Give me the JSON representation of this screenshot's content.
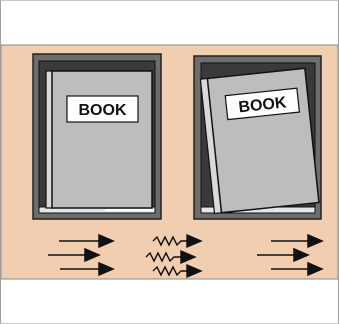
{
  "colors": {
    "band_background": "#f1ceb0",
    "band_line": "#8a8a8a",
    "shelf_frame": "#6d6d6d",
    "shelf_inner": "#3a3a3a",
    "book_cover": "#bdbdbd",
    "book_edge": "#d9d9d9",
    "label_box": "#ffffff",
    "ink": "#111111"
  },
  "panels": [
    {
      "id": "upright",
      "book_label": "BOOK",
      "arrow_style": "straight",
      "arrow_count": 3
    },
    {
      "id": "tilted",
      "book_label": "BOOK",
      "arrow_style": "straight",
      "arrow_count": 3
    }
  ],
  "middle_arrows": {
    "arrow_style": "wavy",
    "arrow_count": 3
  }
}
